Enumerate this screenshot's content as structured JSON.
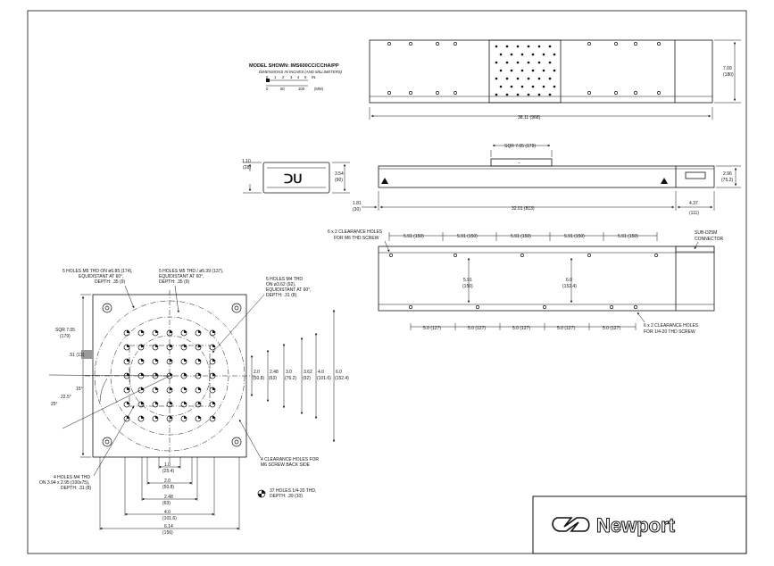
{
  "model": {
    "title": "MODEL SHOWN: IMS600CC/CCHA/PP",
    "subtitle": "DIMENSIONS IN INCHES (AND MILLIMETERS)",
    "scale_in_ticks": [
      "0",
      "1",
      "2",
      "3",
      "4",
      "5"
    ],
    "scale_in_unit": "IN.",
    "scale_mm_ticks": [
      "0",
      "50",
      "100"
    ],
    "scale_mm_unit": "(MM)"
  },
  "top_view": {
    "length": "38.11 (968)",
    "height_in": "7.09",
    "height_mm": "(180)"
  },
  "side_view": {
    "sqr": "SQR 7.05 (179)",
    "h_in": "1.10",
    "h_mm": "(28)",
    "h2_in": "3.54",
    "h2_mm": "(90)",
    "left_in": "1.81",
    "left_mm": "(30)",
    "travel": "32.01 (813)",
    "right_in": "4.37",
    "right_mm": "(111)",
    "side_in": "2.96",
    "side_mm": "(75.2)"
  },
  "bottom_view": {
    "clearance_top": "6 x 2 CLEARANCE HOLES",
    "clearance_top2": "FOR M6 THD SCREW",
    "connector1": "SUB-D25M",
    "connector2": "CONNECTOR",
    "spacing_top": [
      "5.91 (150)",
      "5.91 (150)",
      "5.91 (150)",
      "5.91 (150)",
      "5.91 (150)"
    ],
    "mid_left_in": "5.91",
    "mid_left_mm": "(150)",
    "mid_right_in": "6.0",
    "mid_right_mm": "(152.4)",
    "spacing_bottom": [
      "5.0 (127)",
      "5.0 (127)",
      "5.0 (127)",
      "5.0 (127)",
      "5.0 (127)"
    ],
    "clearance_bot": "6 x 2 CLEARANCE HOLES",
    "clearance_bot2": "FOR 1/4-20 THD SCREW"
  },
  "carriage": {
    "note_a": [
      "5 HOLES M5 THD ON ø6.85 (174),",
      "EQUIDISTANT AT 60°,",
      "DEPTH: .35 (9)"
    ],
    "note_b": [
      "5 HOLES M5 THD / ø5.39 (137),",
      "EQUIDISTANT AT 60°,",
      "DEPTH: .35 (9)"
    ],
    "note_c": [
      "5 HOLES M4 THD",
      "ON ø3.62 (92),",
      "EQUIDISTANT AT 60°,",
      "DEPTH: .31 (8)"
    ],
    "sqr_in": "SQR 7.05",
    "sqr_mm": "(179)",
    "off_in": ".51 (13)",
    "ang1": "15°",
    "ang2": "22.5°",
    "ang3": "25°",
    "note_d": [
      "4 HOLES M4 THD",
      "ON 3.94 x 2.95 (100x75),",
      "DEPTH: .31 (8)"
    ],
    "note_e": [
      "4 CLEARANCE HOLES FOR",
      "M6 SCREW BACK SIDE"
    ],
    "note_f": [
      "37 HOLES 1/4-20 THD,",
      "DEPTH: .39 (10)"
    ],
    "dims_v": [
      {
        "in": "2.0",
        "mm": "(50.8)"
      },
      {
        "in": "2.48",
        "mm": "(63)"
      },
      {
        "in": "3.0",
        "mm": "(76.2)"
      },
      {
        "in": "3.62",
        "mm": "(92)"
      },
      {
        "in": "4.0",
        "mm": "(101.6)"
      },
      {
        "in": "6.0",
        "mm": "(152.4)"
      }
    ],
    "dims_h": [
      {
        "in": "1.0",
        "mm": "(25.4)"
      },
      {
        "in": "2.0",
        "mm": "(50.8)"
      },
      {
        "in": "2.48",
        "mm": "(63)"
      },
      {
        "in": "4.0",
        "mm": "(101.6)"
      },
      {
        "in": "6.14",
        "mm": "(156)"
      }
    ]
  },
  "brand": {
    "name": "Newport"
  }
}
